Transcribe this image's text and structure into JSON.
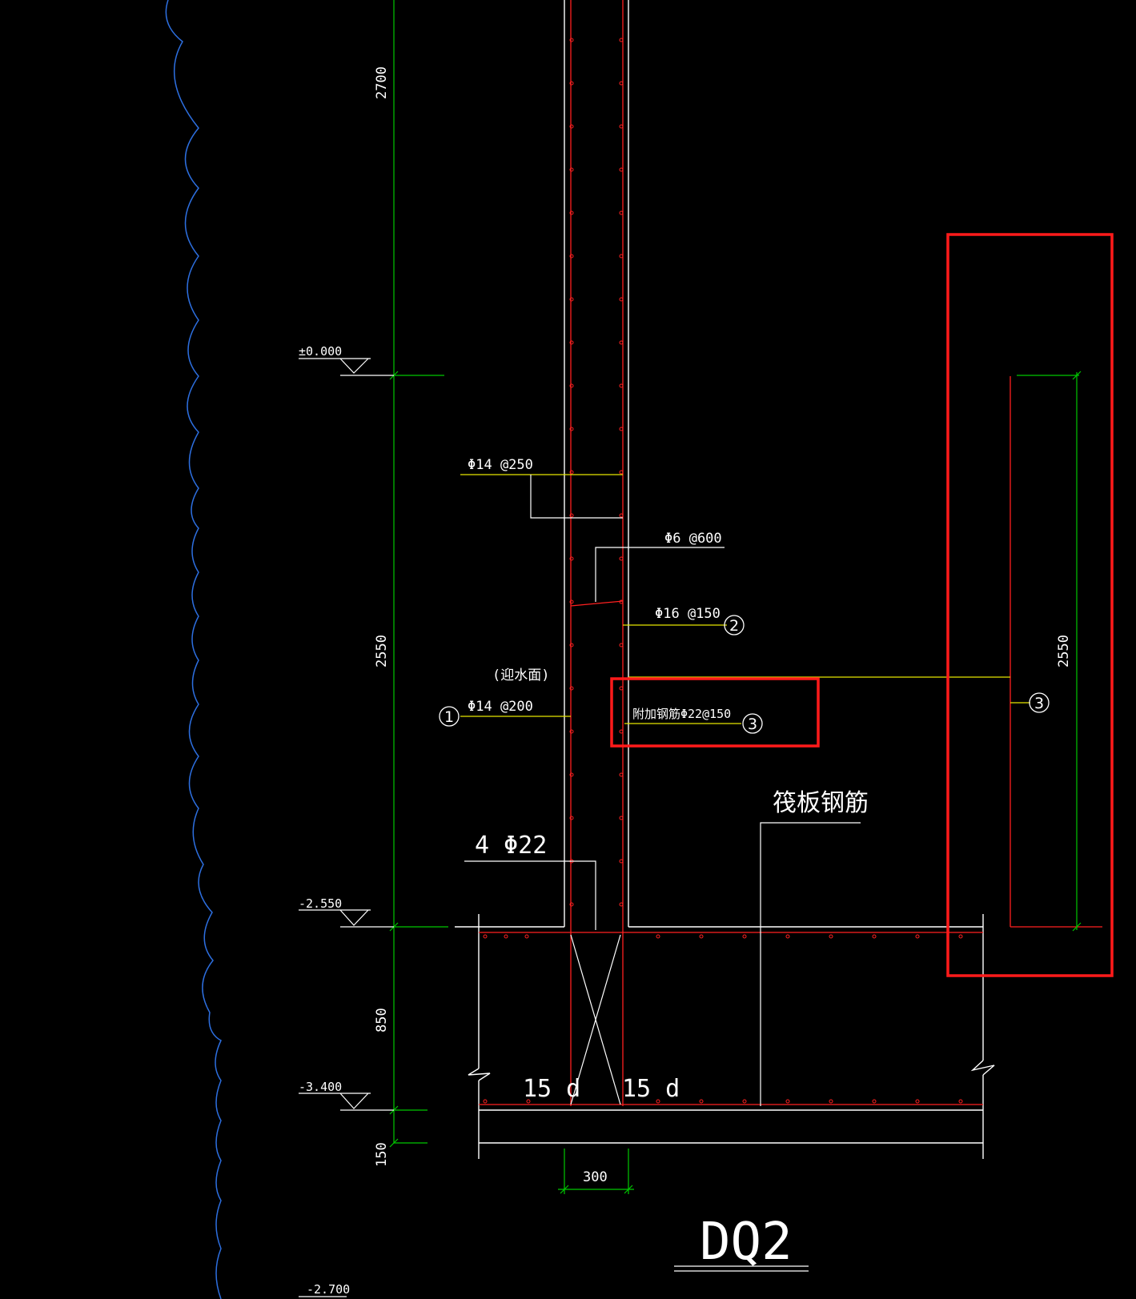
{
  "drawing": {
    "title": "DQ2",
    "colors": {
      "background": "#000000",
      "wall_outline": "#ffffff",
      "rebar": "#ff2020",
      "dimension": "#00c800",
      "leader": "#e6e600",
      "highlight": "#ff1a1a",
      "cloud": "#2d6fe0"
    }
  },
  "elevations": {
    "zero": "±0.000",
    "slab_top": "-2.550",
    "slab_bottom": "-3.400",
    "lower": "-2.700"
  },
  "dimensions": {
    "upper": "2700",
    "wall": "2550",
    "slab": "850",
    "bedding": "150",
    "wall_width": "300",
    "detail": "2550"
  },
  "labels": {
    "horizontal_bar": "Φ14 @250",
    "tie_bar": "Φ6 @600",
    "vertical_inner": "Φ16 @150",
    "water_side": "(迎水面)",
    "vertical_outer": "Φ14 @200",
    "added_bar": "附加钢筋Φ22@150",
    "raft_rebar": "筏板钢筋",
    "corner_bars": "4 Φ22",
    "anchor_left": "15 d",
    "anchor_right": "15 d"
  },
  "markers": {
    "one": "1",
    "two": "2",
    "three": "3",
    "three_detail": "3"
  }
}
